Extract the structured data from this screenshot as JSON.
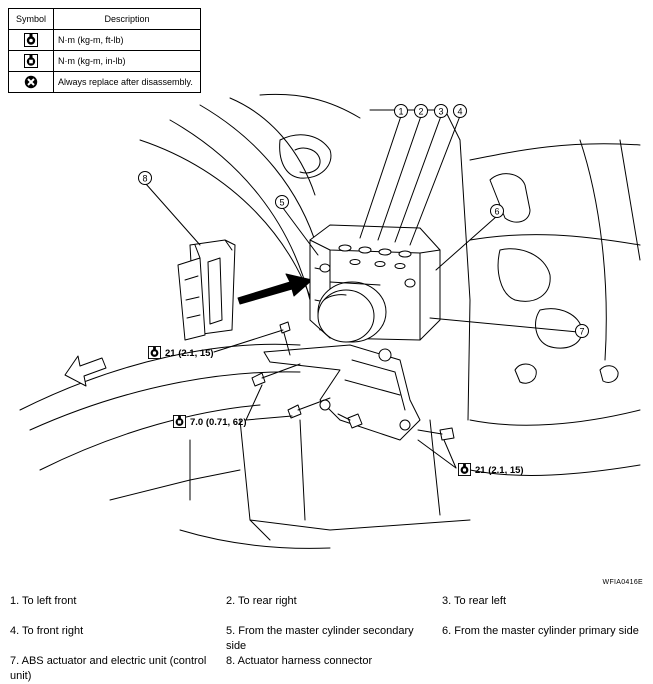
{
  "symbol_table": {
    "header_symbol": "Symbol",
    "header_description": "Description",
    "rows": [
      {
        "icon": "torque-wrench-icon",
        "description": "N·m (kg-m, ft-lb)"
      },
      {
        "icon": "torque-wrench-small-icon",
        "description": "N·m (kg-m, in-lb)"
      },
      {
        "icon": "always-replace-icon",
        "description": "Always replace after disassembly."
      }
    ]
  },
  "diagram": {
    "callouts": [
      "1",
      "2",
      "3",
      "4",
      "5",
      "6",
      "7",
      "8"
    ],
    "torque_labels": [
      {
        "icon": "torque-wrench-icon",
        "text": "21 (2.1, 15)"
      },
      {
        "icon": "torque-wrench-small-icon",
        "text": "7.0 (0.71, 62)"
      },
      {
        "icon": "torque-wrench-icon",
        "text": "21 (2.1, 15)"
      }
    ],
    "figure_code": "WFIA0416E"
  },
  "legend": [
    "1. To left front",
    "2. To rear right",
    "3. To rear left",
    "4. To front right",
    "5. From the master cylinder secondary side",
    "6. From the master cylinder primary side",
    "7. ABS actuator and electric unit (control unit)",
    "8. Actuator harness connector"
  ]
}
